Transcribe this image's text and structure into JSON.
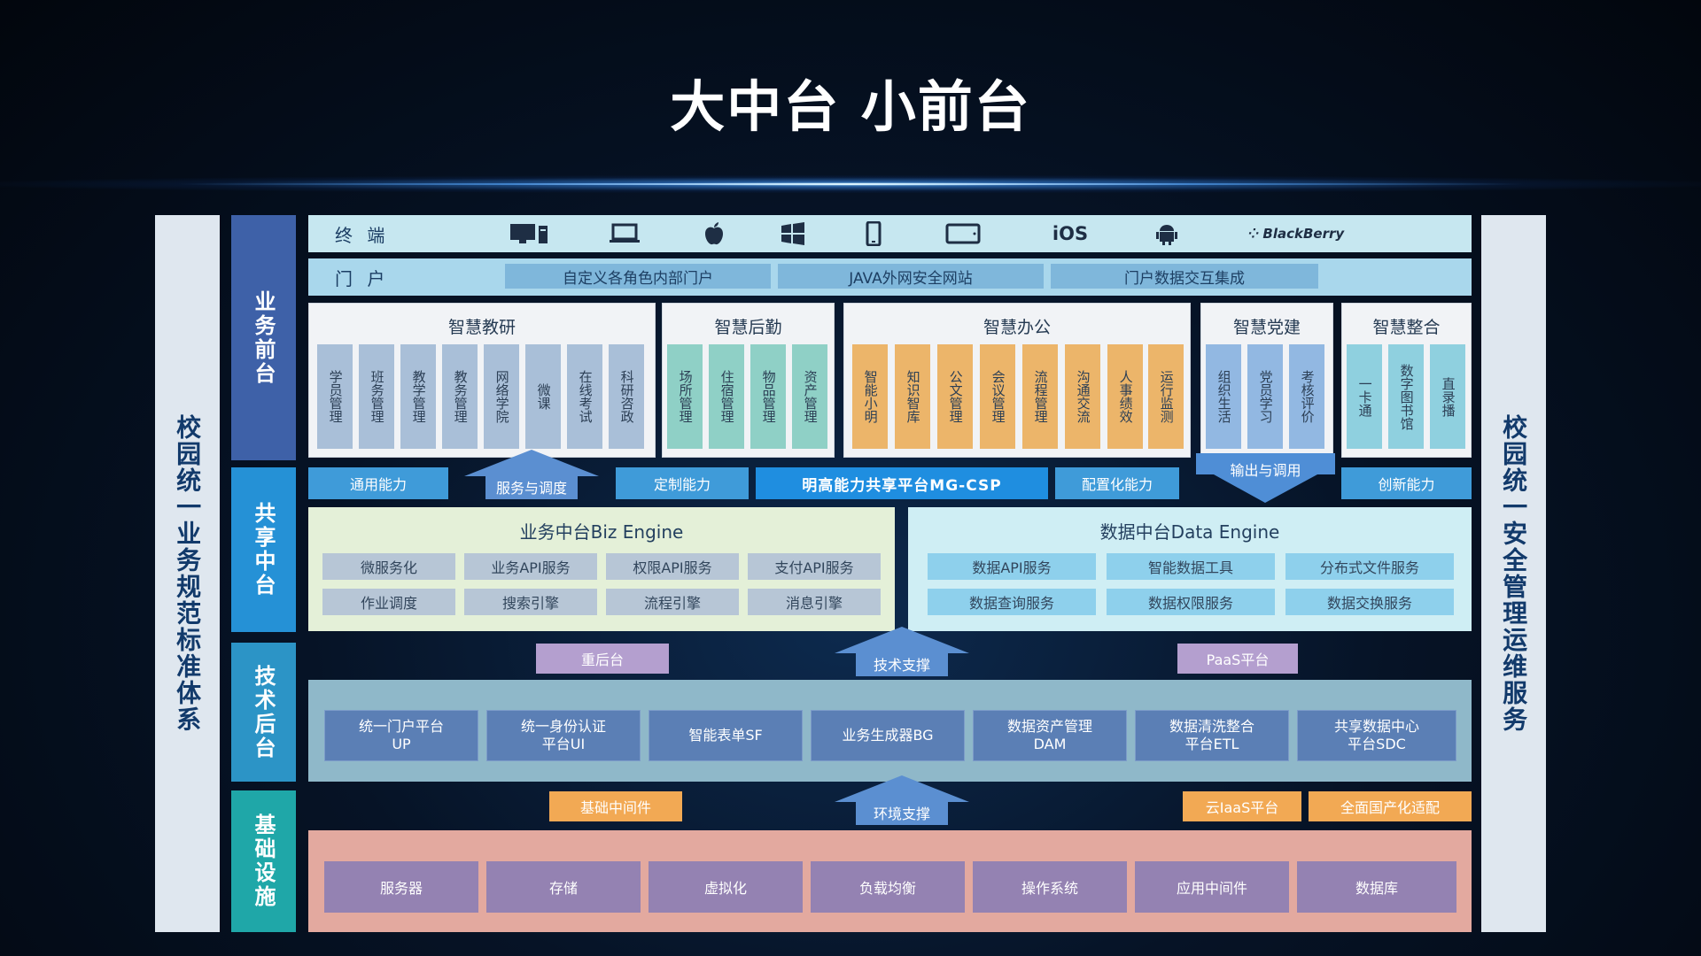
{
  "title": "大中台 小前台",
  "side_left": "校园统一业务规范标准体系",
  "side_right": "校园统一安全管理运维服务",
  "layers": {
    "front": "业务前台",
    "shared": "共享中台",
    "tech": "技术后台",
    "infra": "基础设施"
  },
  "colors": {
    "front": "#3e61a8",
    "shared": "#2591d6",
    "tech": "#2c94c6",
    "infra": "#1fa7a8"
  },
  "terminal": {
    "label": "终 端",
    "icons": [
      "desktop-icon",
      "laptop-icon",
      "apple-icon",
      "windows-icon",
      "phone-icon",
      "tablet-icon",
      "ios-icon",
      "android-icon",
      "blackberry-icon"
    ],
    "ios_text": "iOS",
    "blackberry_text": "BlackBerry"
  },
  "portal": {
    "label": "门 户",
    "items": [
      "自定义各角色内部门户",
      "JAVA外网安全网站",
      "门户数据交互集成"
    ]
  },
  "groups": [
    {
      "title": "智慧教研",
      "items": [
        "学员管理",
        "班务管理",
        "教学管理",
        "教务管理",
        "网络学院",
        "微课",
        "在线考试",
        "科研咨政"
      ]
    },
    {
      "title": "智慧后勤",
      "items": [
        "场所管理",
        "住宿管理",
        "物品管理",
        "资产管理"
      ]
    },
    {
      "title": "智慧办公",
      "items": [
        "智能小明",
        "知识智库",
        "公文管理",
        "会议管理",
        "流程管理",
        "沟通交流",
        "人事绩效",
        "运行监测"
      ]
    },
    {
      "title": "智慧党建",
      "items": [
        "组织生活",
        "党员学习",
        "考核评价"
      ]
    },
    {
      "title": "智慧整合",
      "items": [
        "一卡通",
        "数字图书馆",
        "直录播"
      ]
    }
  ],
  "capabilities": {
    "general": "通用能力",
    "service": "服务与调度",
    "custom": "定制能力",
    "platform": "明高能力共享平台MG-CSP",
    "config": "配置化能力",
    "output": "输出与调用",
    "innovation": "创新能力"
  },
  "biz_engine": {
    "title": "业务中台Biz Engine",
    "items": [
      "微服务化",
      "业务API服务",
      "权限API服务",
      "支付API服务",
      "作业调度",
      "搜索引擎",
      "流程引擎",
      "消息引擎"
    ]
  },
  "data_engine": {
    "title": "数据中台Data Engine",
    "items": [
      "数据API服务",
      "智能数据工具",
      "分布式文件服务",
      "数据查询服务",
      "数据权限服务",
      "数据交换服务"
    ]
  },
  "tech_tags": {
    "heavy": "重后台",
    "support": "技术支撑",
    "paas": "PaaS平台"
  },
  "tech_items": [
    "统一门户平台\nUP",
    "统一身份认证\n平台UI",
    "智能表单SF",
    "业务生成器BG",
    "数据资产管理\nDAM",
    "数据清洗整合\n平台ETL",
    "共享数据中心\n平台SDC"
  ],
  "infra_tags": {
    "middleware": "基础中间件",
    "env": "环境支撑",
    "iaas": "云IaaS平台",
    "localization": "全面国产化适配"
  },
  "infra_items": [
    "服务器",
    "存储",
    "虚拟化",
    "负载均衡",
    "操作系统",
    "应用中间件",
    "数据库"
  ]
}
